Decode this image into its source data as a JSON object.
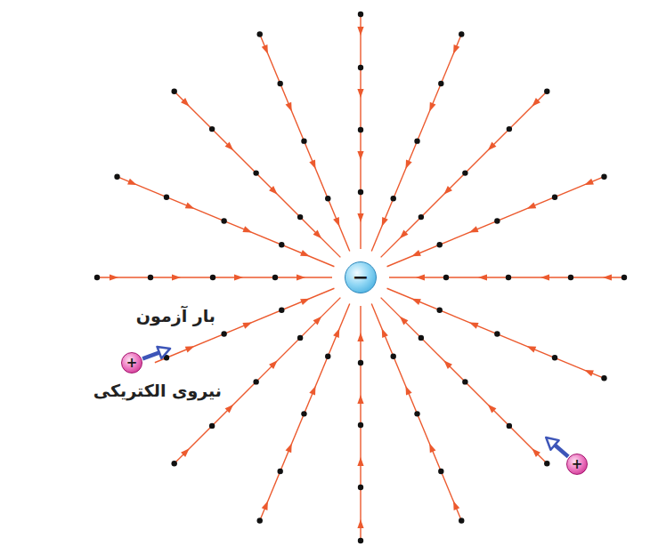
{
  "diagram": {
    "nodes": [
      {
        "text": [
          "−"
        ]
      },
      {
        "text": [
          "+"
        ]
      },
      {
        "text": [
          "+"
        ]
      }
    ],
    "labels": [
      "بار آزمون",
      "نیروی الکتریکی"
    ]
  }
}
